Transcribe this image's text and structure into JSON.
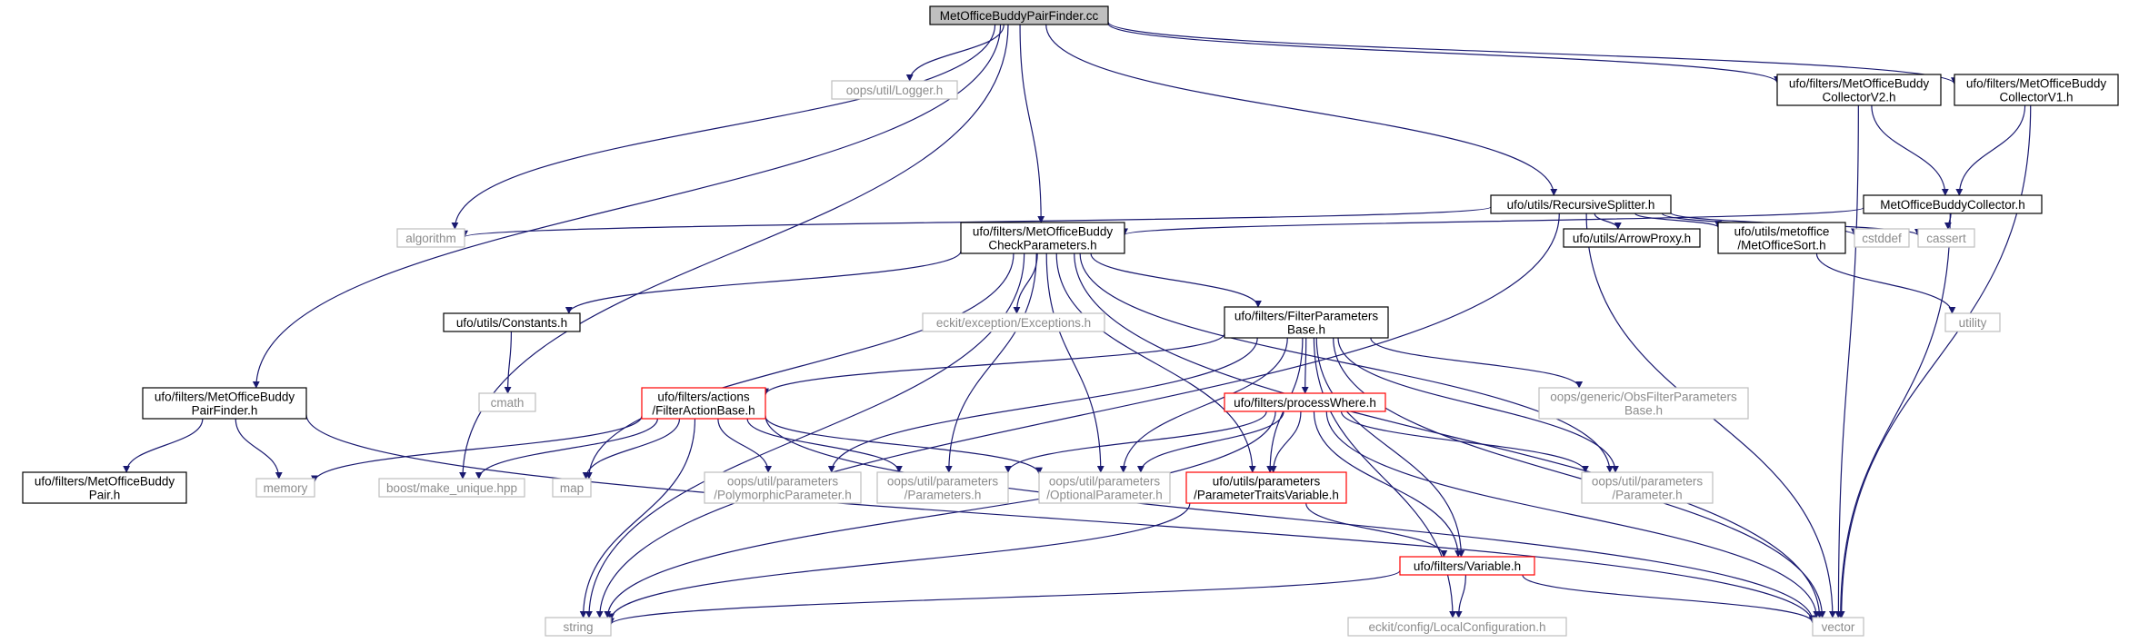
{
  "diagram": {
    "type": "include-dependency-graph",
    "colors": {
      "internal_edge": "#191970",
      "external_edge": "#b3b3b3",
      "root_fill": "#bfbfbf",
      "documented_border": "#000000",
      "truncated_border": "#ff0000",
      "external_border": "#bfbfbf"
    },
    "nodes": [
      {
        "id": "root",
        "lines": [
          "MetOfficeBuddyPairFinder.cc"
        ],
        "style": "root"
      },
      {
        "id": "logger",
        "lines": [
          "oops/util/Logger.h"
        ],
        "style": "external"
      },
      {
        "id": "collectorV2",
        "lines": [
          "ufo/filters/MetOfficeBuddy",
          "CollectorV2.h"
        ],
        "style": "documented"
      },
      {
        "id": "collectorV1",
        "lines": [
          "ufo/filters/MetOfficeBuddy",
          "CollectorV1.h"
        ],
        "style": "documented"
      },
      {
        "id": "recursive",
        "lines": [
          "ufo/utils/RecursiveSplitter.h"
        ],
        "style": "documented"
      },
      {
        "id": "collector",
        "lines": [
          "MetOfficeBuddyCollector.h"
        ],
        "style": "documented"
      },
      {
        "id": "algorithm",
        "lines": [
          "algorithm"
        ],
        "style": "external"
      },
      {
        "id": "checkparams",
        "lines": [
          "ufo/filters/MetOfficeBuddy",
          "CheckParameters.h"
        ],
        "style": "documented"
      },
      {
        "id": "arrowproxy",
        "lines": [
          "ufo/utils/ArrowProxy.h"
        ],
        "style": "documented"
      },
      {
        "id": "mosort",
        "lines": [
          "ufo/utils/metoffice",
          "/MetOfficeSort.h"
        ],
        "style": "documented"
      },
      {
        "id": "cstddef",
        "lines": [
          "cstddef"
        ],
        "style": "external"
      },
      {
        "id": "cassert",
        "lines": [
          "cassert"
        ],
        "style": "external"
      },
      {
        "id": "exceptions",
        "lines": [
          "eckit/exception/Exceptions.h"
        ],
        "style": "external"
      },
      {
        "id": "utility",
        "lines": [
          "utility"
        ],
        "style": "external"
      },
      {
        "id": "constants",
        "lines": [
          "ufo/utils/Constants.h"
        ],
        "style": "documented"
      },
      {
        "id": "filterparams",
        "lines": [
          "ufo/filters/FilterParameters",
          "Base.h"
        ],
        "style": "documented"
      },
      {
        "id": "cmath",
        "lines": [
          "cmath"
        ],
        "style": "external"
      },
      {
        "id": "obsfilterparams",
        "lines": [
          "oops/generic/ObsFilterParameters",
          "Base.h"
        ],
        "style": "external"
      },
      {
        "id": "pairfinderh",
        "lines": [
          "ufo/filters/MetOfficeBuddy",
          "PairFinder.h"
        ],
        "style": "documented"
      },
      {
        "id": "filteraction",
        "lines": [
          "ufo/filters/actions",
          "/FilterActionBase.h"
        ],
        "style": "truncated"
      },
      {
        "id": "processwhere",
        "lines": [
          "ufo/filters/processWhere.h"
        ],
        "style": "truncated"
      },
      {
        "id": "pairh",
        "lines": [
          "ufo/filters/MetOfficeBuddy",
          "Pair.h"
        ],
        "style": "documented"
      },
      {
        "id": "memory",
        "lines": [
          "memory"
        ],
        "style": "external"
      },
      {
        "id": "makeunique",
        "lines": [
          "boost/make_unique.hpp"
        ],
        "style": "external"
      },
      {
        "id": "map",
        "lines": [
          "map"
        ],
        "style": "external"
      },
      {
        "id": "polymorphic",
        "lines": [
          "oops/util/parameters",
          "/PolymorphicParameter.h"
        ],
        "style": "external"
      },
      {
        "id": "parameters",
        "lines": [
          "oops/util/parameters",
          "/Parameters.h"
        ],
        "style": "external"
      },
      {
        "id": "optional",
        "lines": [
          "oops/util/parameters",
          "/OptionalParameter.h"
        ],
        "style": "external"
      },
      {
        "id": "traitsvar",
        "lines": [
          "ufo/utils/parameters",
          "/ParameterTraitsVariable.h"
        ],
        "style": "truncated"
      },
      {
        "id": "parameter",
        "lines": [
          "oops/util/parameters",
          "/Parameter.h"
        ],
        "style": "external"
      },
      {
        "id": "variable",
        "lines": [
          "ufo/filters/Variable.h"
        ],
        "style": "truncated"
      },
      {
        "id": "string",
        "lines": [
          "string"
        ],
        "style": "external"
      },
      {
        "id": "localconfig",
        "lines": [
          "eckit/config/LocalConfiguration.h"
        ],
        "style": "external"
      },
      {
        "id": "vector",
        "lines": [
          "vector"
        ],
        "style": "external"
      }
    ],
    "edges": [
      [
        "root",
        "logger"
      ],
      [
        "root",
        "collectorV2"
      ],
      [
        "root",
        "collectorV1"
      ],
      [
        "root",
        "recursive"
      ],
      [
        "root",
        "algorithm"
      ],
      [
        "root",
        "checkparams"
      ],
      [
        "root",
        "pairfinderh"
      ],
      [
        "root",
        "makeunique"
      ],
      [
        "collectorV2",
        "collector"
      ],
      [
        "collectorV2",
        "vector"
      ],
      [
        "collectorV1",
        "collector"
      ],
      [
        "collectorV1",
        "vector"
      ],
      [
        "collector",
        "checkparams"
      ],
      [
        "collector",
        "cassert"
      ],
      [
        "collector",
        "vector"
      ],
      [
        "recursive",
        "algorithm"
      ],
      [
        "recursive",
        "arrowproxy"
      ],
      [
        "recursive",
        "mosort"
      ],
      [
        "recursive",
        "cstddef"
      ],
      [
        "recursive",
        "cassert"
      ],
      [
        "recursive",
        "vector"
      ],
      [
        "recursive",
        "string"
      ],
      [
        "mosort",
        "utility"
      ],
      [
        "checkparams",
        "constants"
      ],
      [
        "checkparams",
        "exceptions"
      ],
      [
        "checkparams",
        "filterparams"
      ],
      [
        "checkparams",
        "map"
      ],
      [
        "checkparams",
        "string"
      ],
      [
        "checkparams",
        "parameters"
      ],
      [
        "checkparams",
        "optional"
      ],
      [
        "checkparams",
        "traitsvar"
      ],
      [
        "checkparams",
        "parameter"
      ],
      [
        "checkparams",
        "vector"
      ],
      [
        "constants",
        "cmath"
      ],
      [
        "filterparams",
        "filteraction"
      ],
      [
        "filterparams",
        "processwhere"
      ],
      [
        "filterparams",
        "obsfilterparams"
      ],
      [
        "filterparams",
        "polymorphic"
      ],
      [
        "filterparams",
        "optional"
      ],
      [
        "filterparams",
        "traitsvar"
      ],
      [
        "filterparams",
        "parameter"
      ],
      [
        "filterparams",
        "variable"
      ],
      [
        "filterparams",
        "localconfig"
      ],
      [
        "filterparams",
        "vector"
      ],
      [
        "pairfinderh",
        "pairh"
      ],
      [
        "pairfinderh",
        "memory"
      ],
      [
        "pairfinderh",
        "vector"
      ],
      [
        "filteraction",
        "memory"
      ],
      [
        "filteraction",
        "makeunique"
      ],
      [
        "filteraction",
        "map"
      ],
      [
        "filteraction",
        "string"
      ],
      [
        "filteraction",
        "polymorphic"
      ],
      [
        "filteraction",
        "parameters"
      ],
      [
        "filteraction",
        "optional"
      ],
      [
        "filteraction",
        "vector"
      ],
      [
        "processwhere",
        "parameters"
      ],
      [
        "processwhere",
        "optional"
      ],
      [
        "processwhere",
        "traitsvar"
      ],
      [
        "processwhere",
        "parameter"
      ],
      [
        "processwhere",
        "variable"
      ],
      [
        "processwhere",
        "string"
      ],
      [
        "processwhere",
        "vector"
      ],
      [
        "traitsvar",
        "variable"
      ],
      [
        "traitsvar",
        "string"
      ],
      [
        "variable",
        "string"
      ],
      [
        "variable",
        "localconfig"
      ],
      [
        "variable",
        "vector"
      ]
    ]
  }
}
